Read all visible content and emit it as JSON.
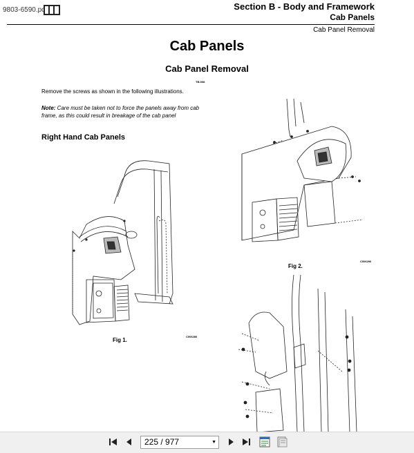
{
  "file_tab": "9803-6590.pdf",
  "header": {
    "section": "Section B - Body and Framework",
    "subsection": "Cab Panels",
    "running_head": "Cab Panel Removal"
  },
  "main": {
    "title": "Cab Panels",
    "subtitle": "Cab Panel Removal",
    "topic_code": "TB-008",
    "instruction": "Remove the screws as shown in the following illustrations.",
    "note_label": "Note:",
    "note_text": " Care must be taken not to force the panels away from cab frame, as this could result in breakage of the cab panel",
    "right_hand_heading": "Right Hand Cab Panels"
  },
  "figures": [
    {
      "label": "Fig 1.",
      "code": "C006280"
    },
    {
      "label": "Fig 2.",
      "code": "C006290"
    }
  ],
  "toolbar": {
    "page_value": "225 / 977"
  }
}
